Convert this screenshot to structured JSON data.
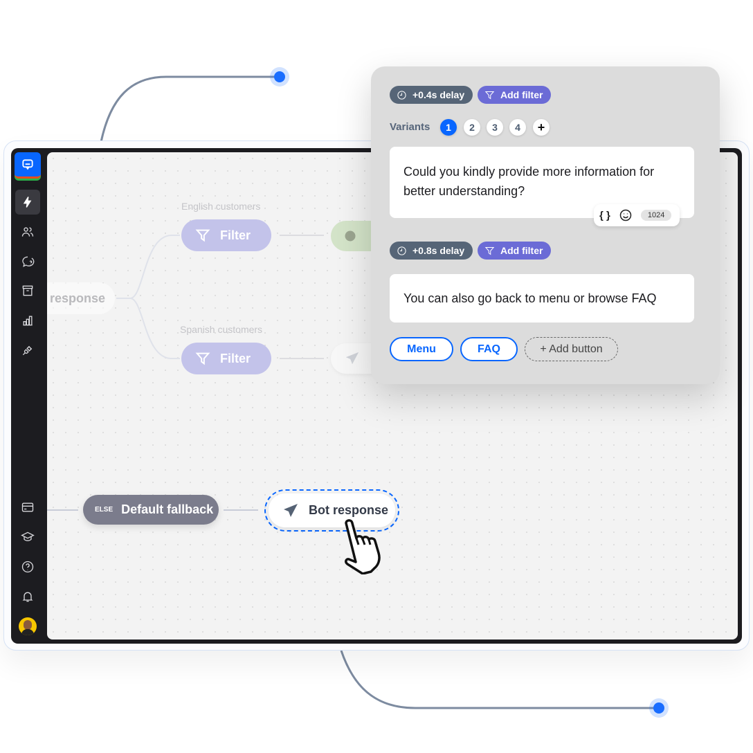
{
  "sidebar": {
    "items": [
      "logo",
      "automation",
      "contacts",
      "chats",
      "archive",
      "reports",
      "integrations",
      "billing",
      "academy",
      "help",
      "notifications",
      "profile"
    ],
    "active": "automation",
    "brand_color": "#0866ff"
  },
  "canvas": {
    "prev_node": "response",
    "branches": [
      {
        "label": "English customers",
        "node": "Filter"
      },
      {
        "label": "Spanish customers",
        "node": "Filter"
      }
    ],
    "fallback": {
      "tag": "ELSE",
      "label": "Default fallback"
    },
    "selected_node": {
      "label": "Bot response"
    }
  },
  "popup": {
    "messages": [
      {
        "delay": "+0.4s delay",
        "filter": "Add filter",
        "text": "Could you kindly provide more information for better understanding?"
      },
      {
        "delay": "+0.8s delay",
        "filter": "Add filter",
        "text": "You can also go back to menu or browse FAQ"
      }
    ],
    "variants_label": "Variants",
    "variants": [
      "1",
      "2",
      "3",
      "4",
      "+"
    ],
    "active_variant": "1",
    "toolbar": {
      "variables": "{ }",
      "char_count": "1024"
    },
    "buttons": [
      "Menu",
      "FAQ"
    ],
    "add_button": "+ Add button"
  }
}
